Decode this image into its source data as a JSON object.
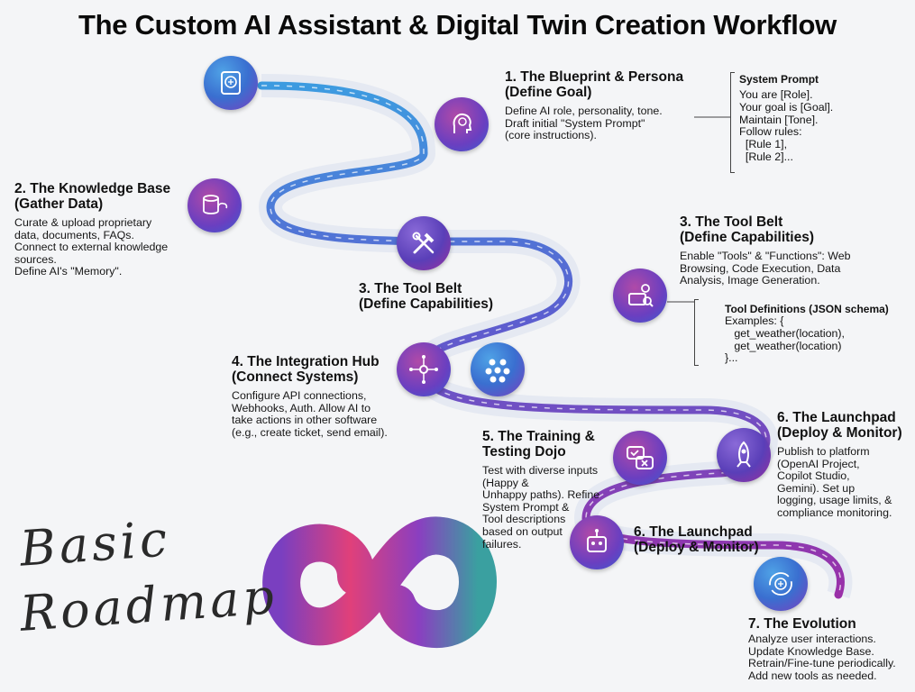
{
  "title": "The Custom AI Assistant & Digital Twin Creation Workflow",
  "steps": [
    {
      "heading1": "1. The Blueprint & Persona",
      "heading2": "(Define Goal)",
      "lines": [
        "Define AI role, personality, tone.",
        "Draft initial \"System Prompt\"",
        "(core instructions)."
      ]
    },
    {
      "heading1": "2. The Knowledge Base",
      "heading2": "(Gather Data)",
      "lines": [
        "Curate & upload proprietary",
        "data, documents, FAQs.",
        "Connect to external knowledge",
        "sources.",
        "Define AI's \"Memory\"."
      ]
    },
    {
      "heading1": "3. The Tool Belt",
      "heading2": "(Define Capabilities)",
      "lines": [
        "Enable \"Tools\" & \"Functions\": Web",
        "Browsing, Code Execution, Data",
        "Analysis, Image Generation."
      ]
    },
    {
      "heading1": "3. The Tool Belt",
      "heading2": "(Define Capabilities)"
    },
    {
      "heading1": "4. The Integration Hub",
      "heading2": "(Connect Systems)",
      "lines": [
        "Configure API connections,",
        "Webhooks, Auth. Allow AI to",
        "take actions in other software",
        "(e.g., create ticket, send email)."
      ]
    },
    {
      "heading1": "5. The Training &",
      "heading2": "Testing Dojo",
      "lines": [
        "Test with diverse inputs",
        "(Happy &",
        "Unhappy paths). Refine",
        "System Prompt &",
        "Tool descriptions",
        "based on output",
        "failures."
      ]
    },
    {
      "heading1": "6. The Launchpad",
      "heading2": "(Deploy & Monitor)",
      "lines": [
        "Publish to platform",
        "(OpenAI Project,",
        "Copilot Studio,",
        "Gemini). Set up",
        "logging, usage limits, &",
        "compliance monitoring."
      ]
    },
    {
      "heading1": "6. The Launchpad",
      "heading2": "(Deploy & Monitor)"
    },
    {
      "heading1": "7. The Evolution",
      "lines": [
        "Analyze user interactions.",
        "Update Knowledge Base.",
        "Retrain/Fine-tune periodically.",
        "Add new tools as needed."
      ]
    }
  ],
  "system_prompt": {
    "title": "System Prompt",
    "lines": [
      "You are [Role].",
      "Your goal is [Goal].",
      "Maintain [Tone].",
      "Follow rules:",
      "  [Rule 1],",
      "  [Rule 2]..."
    ]
  },
  "tool_definitions": {
    "title": "Tool Definitions (JSON schema)",
    "lines": [
      "Examples: {",
      "   get_weather(location),",
      "   get_weather(location)",
      "}..."
    ]
  },
  "handwritten": {
    "line1": "Basic",
    "line2": "Roadmap"
  },
  "colors": {
    "road_start": "#3d9be0",
    "road_mid": "#5b5fd0",
    "road_end": "#9a2fa8",
    "logo_a": "#e0407a",
    "logo_b": "#7a3fc0",
    "logo_c": "#3aa0a0"
  },
  "icons": [
    "scroll-brain-icon",
    "head-brain-icon",
    "database-cloud-icon",
    "hammer-wrench-icon",
    "toolbox-gear-icon",
    "network-hub-icon",
    "app-cluster-icon",
    "chat-feedback-icon",
    "rocket-icon",
    "robot-icon",
    "brain-cycle-icon"
  ]
}
